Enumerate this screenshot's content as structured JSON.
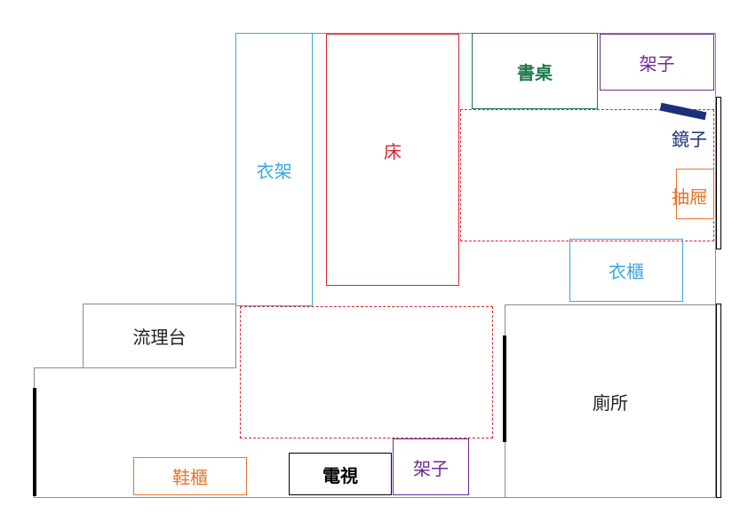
{
  "floor_plan": {
    "rooms": {
      "clothes_rack": {
        "label": "衣架",
        "color": "#3aa7e0"
      },
      "bed": {
        "label": "床",
        "color": "#d9242e"
      },
      "desk": {
        "label": "書桌",
        "color": "#1d7a4a"
      },
      "shelf_top": {
        "label": "架子",
        "color": "#6b2c91"
      },
      "mirror": {
        "label": "鏡子",
        "color": "#1b2f7a"
      },
      "drawer": {
        "label": "抽屜",
        "color": "#e8742a"
      },
      "wardrobe": {
        "label": "衣櫃",
        "color": "#3aa7e0"
      },
      "counter": {
        "label": "流理台",
        "color": "#222222"
      },
      "toilet": {
        "label": "廁所",
        "color": "#222222"
      },
      "shoe_cabinet": {
        "label": "鞋櫃",
        "color": "#e8742a"
      },
      "tv": {
        "label": "電視",
        "color": "#000000"
      },
      "shelf_bottom": {
        "label": "架子",
        "color": "#6b2c91"
      }
    }
  }
}
